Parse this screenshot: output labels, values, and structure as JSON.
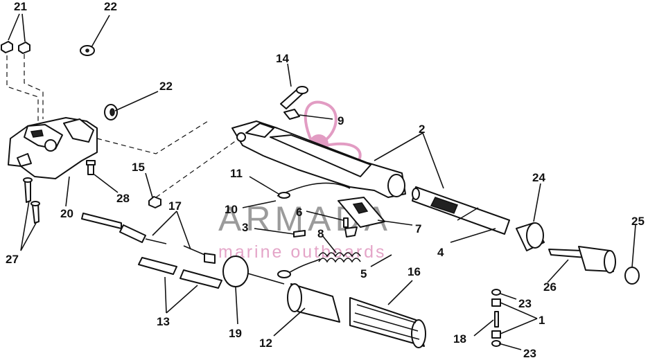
{
  "diagram": {
    "callouts": [
      "1",
      "2",
      "3",
      "4",
      "5",
      "6",
      "7",
      "8",
      "9",
      "10",
      "11",
      "12",
      "13",
      "14",
      "15",
      "16",
      "17",
      "18",
      "19",
      "20",
      "21",
      "22",
      "22",
      "23",
      "23",
      "24",
      "25",
      "26",
      "27",
      "28"
    ]
  },
  "watermark": {
    "brand": "ARMADA",
    "tagline": "marine outboards",
    "brand_color": "#8a8a8a",
    "accent_color": "#e29cc3"
  }
}
